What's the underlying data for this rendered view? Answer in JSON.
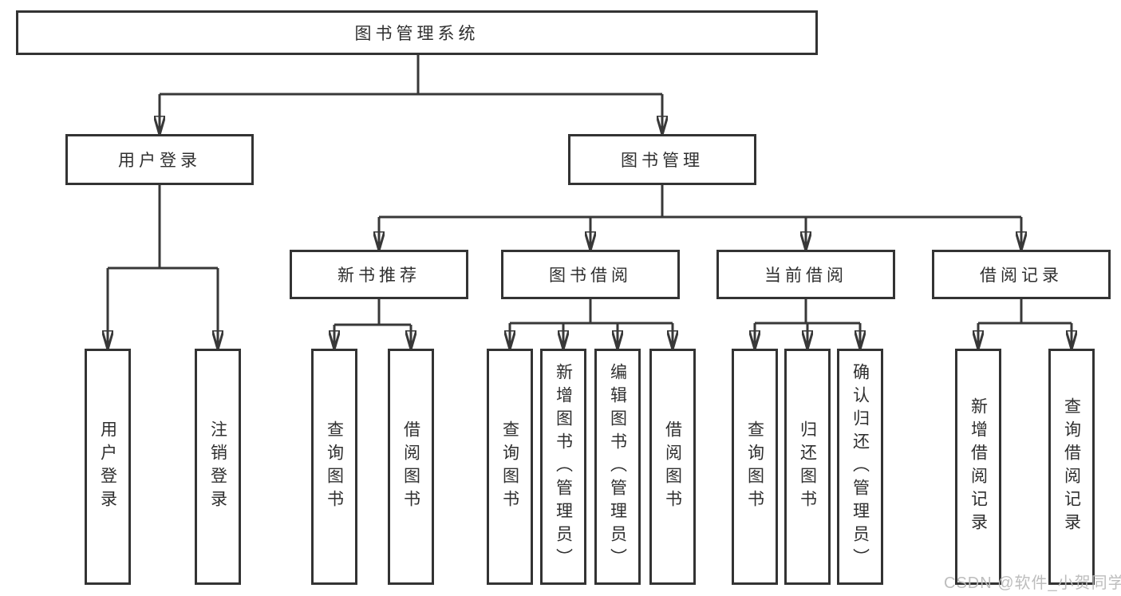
{
  "diagram_title": "图书管理系统",
  "nodes": {
    "root": {
      "label": "图书管理系统"
    },
    "user_login": {
      "label": "用户登录"
    },
    "book_mgmt": {
      "label": "图书管理"
    },
    "new_book_rec": {
      "label": "新书推荐"
    },
    "book_borrow": {
      "label": "图书借阅"
    },
    "current_borrow": {
      "label": "当前借阅"
    },
    "borrow_records": {
      "label": "借阅记录"
    },
    "leaf_user_login": {
      "label": "用户登录"
    },
    "leaf_logout": {
      "label": "注销登录"
    },
    "rec_query_book": {
      "label": "查询图书"
    },
    "rec_borrow_book": {
      "label": "借阅图书"
    },
    "bb_query_book": {
      "label": "查询图书"
    },
    "bb_add_book": {
      "label": "新增图书（管理员）"
    },
    "bb_edit_book": {
      "label": "编辑图书（管理员）"
    },
    "bb_borrow_book": {
      "label": "借阅图书"
    },
    "cb_query_book": {
      "label": "查询图书"
    },
    "cb_return_book": {
      "label": "归还图书"
    },
    "cb_confirm_return": {
      "label": "确认归还（管理员）"
    },
    "br_add_record": {
      "label": "新增借阅记录"
    },
    "br_query_record": {
      "label": "查询借阅记录"
    }
  },
  "hierarchy": {
    "图书管理系统": {
      "用户登录": [
        "用户登录",
        "注销登录"
      ],
      "图书管理": {
        "新书推荐": [
          "查询图书",
          "借阅图书"
        ],
        "图书借阅": [
          "查询图书",
          "新增图书（管理员）",
          "编辑图书（管理员）",
          "借阅图书"
        ],
        "当前借阅": [
          "查询图书",
          "归还图书",
          "确认归还（管理员）"
        ],
        "借阅记录": [
          "新增借阅记录",
          "查询借阅记录"
        ]
      }
    }
  },
  "style": {
    "line_color": "#383838",
    "box_border_color": "#333333",
    "box_fill": "#ffffff",
    "text_color": "#2f2f2f",
    "background": "#ffffff"
  },
  "watermark": {
    "text": "CSDN @软件_小贺同学",
    "color": "#b9b9b9"
  }
}
